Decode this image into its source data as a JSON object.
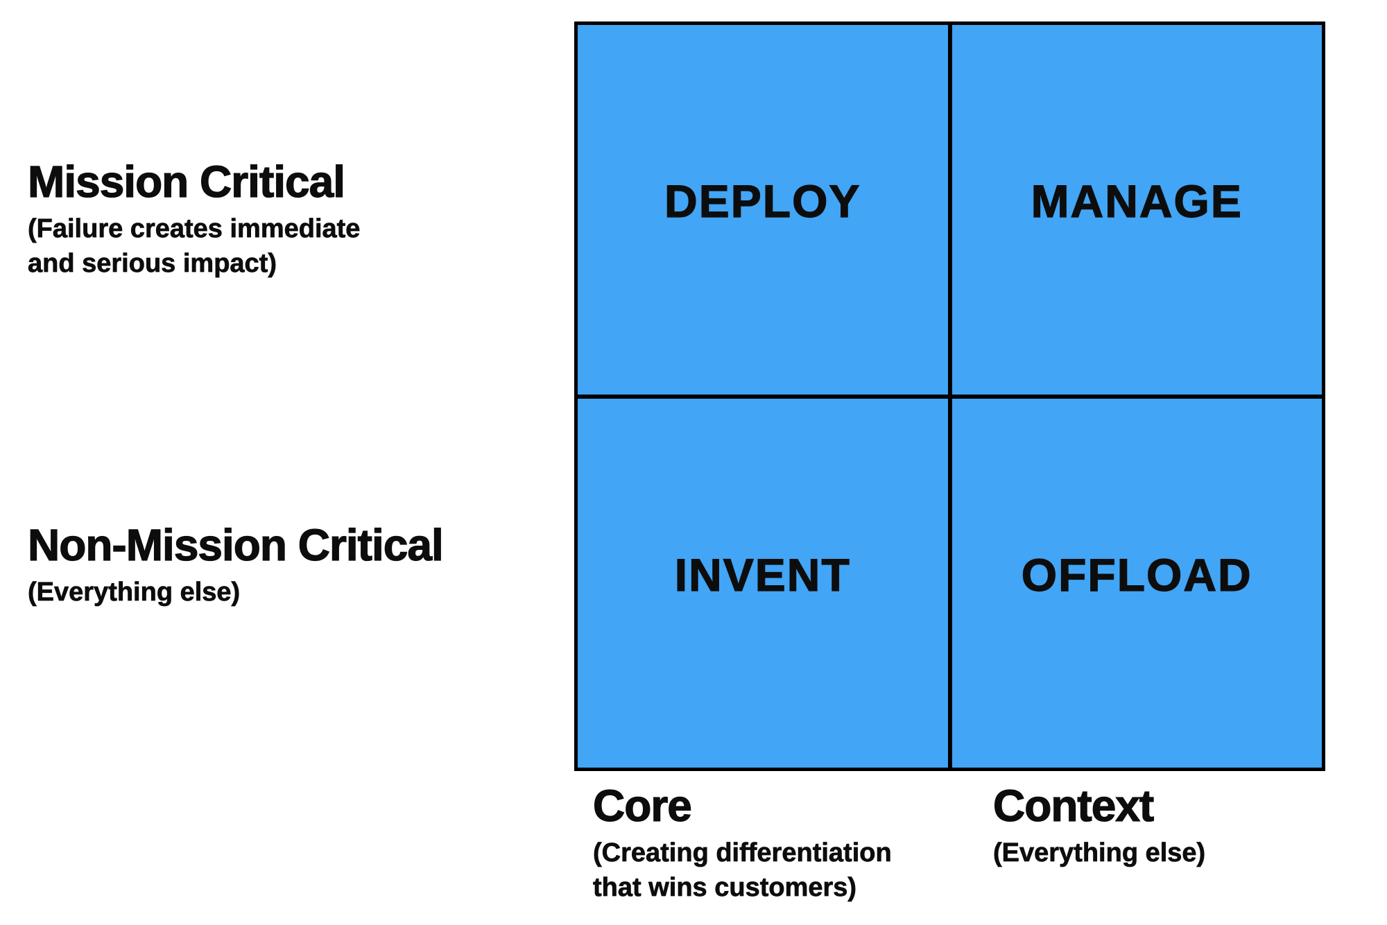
{
  "colors": {
    "background": "#FFFFFF",
    "quadrant_fill": "#42A5F5",
    "grid_line": "#000000",
    "text": "#0D0D0D"
  },
  "quadrants": [
    {
      "label": "DEPLOY"
    },
    {
      "label": "MANAGE"
    },
    {
      "label": "INVENT"
    },
    {
      "label": "OFFLOAD"
    }
  ],
  "row_labels": [
    {
      "title": "Mission Critical",
      "subtitle": "(Failure creates immediate\nand serious impact)"
    },
    {
      "title": "Non-Mission Critical",
      "subtitle": "(Everything else)"
    }
  ],
  "column_labels": [
    {
      "title": "Core",
      "subtitle": "(Creating differentiation\nthat wins customers)"
    },
    {
      "title": "Context",
      "subtitle": "(Everything else)"
    }
  ]
}
